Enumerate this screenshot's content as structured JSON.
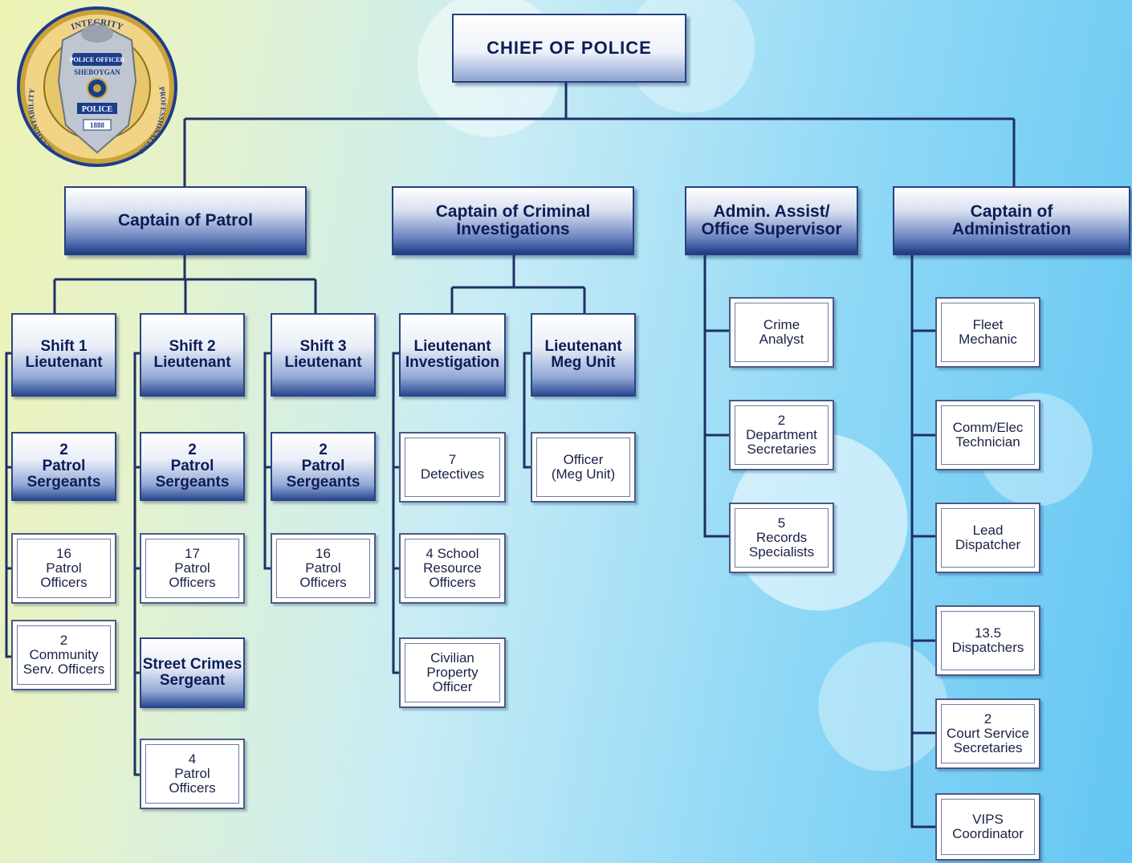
{
  "chief": "CHIEF OF POLICE",
  "badge": {
    "ring_top": "INTEGRITY",
    "ring_left": "ACCOUNTABILITY",
    "ring_right": "PROFESSIONALISM",
    "shield_top": "POLICE OFFICER",
    "shield_city": "SHEBOYGAN",
    "shield_mid": "POLICE",
    "shield_year": "1888"
  },
  "patrol": {
    "title": "Captain of Patrol",
    "shift1": {
      "l1": "Shift 1",
      "l2": "Lieutenant",
      "sgt": [
        "2",
        "Patrol",
        "Sergeants"
      ],
      "officers": [
        "16",
        "Patrol",
        "Officers"
      ],
      "community": [
        "2",
        "Community",
        "Serv. Officers"
      ]
    },
    "shift2": {
      "l1": "Shift 2",
      "l2": "Lieutenant",
      "sgt": [
        "2",
        "Patrol",
        "Sergeants"
      ],
      "officers": [
        "17",
        "Patrol",
        "Officers"
      ],
      "street": [
        "Street Crimes",
        "Sergeant"
      ],
      "street_officers": [
        "4",
        "Patrol",
        "Officers"
      ]
    },
    "shift3": {
      "l1": "Shift 3",
      "l2": "Lieutenant",
      "sgt": [
        "2",
        "Patrol",
        "Sergeants"
      ],
      "officers": [
        "16",
        "Patrol",
        "Officers"
      ]
    }
  },
  "criminal": {
    "title": [
      "Captain of Criminal",
      "Investigations"
    ],
    "lt_inv": [
      "Lieutenant",
      "Investigation"
    ],
    "lt_meg": [
      "Lieutenant",
      "Meg Unit"
    ],
    "detectives": [
      "7",
      "Detectives"
    ],
    "sro": [
      "4 School",
      "Resource",
      "Officers"
    ],
    "civilian": [
      "Civilian",
      "Property",
      "Officer"
    ],
    "meg_officer": [
      "Officer",
      "(Meg Unit)"
    ]
  },
  "admin_assist": {
    "title": [
      "Admin. Assist/",
      "Office Supervisor"
    ],
    "crime": [
      "Crime",
      "Analyst"
    ],
    "secretaries": [
      "2",
      "Department",
      "Secretaries"
    ],
    "records": [
      "5",
      "Records",
      "Specialists"
    ]
  },
  "administration": {
    "title": [
      "Captain of",
      "Administration"
    ],
    "fleet": [
      "Fleet",
      "Mechanic"
    ],
    "comm": [
      "Comm/Elec",
      "Technician"
    ],
    "lead": [
      "Lead",
      "Dispatcher"
    ],
    "dispatchers": [
      "13.5",
      "Dispatchers"
    ],
    "court": [
      "2",
      "Court Service",
      "Secretaries"
    ],
    "vips": [
      "VIPS",
      "Coordinator"
    ]
  }
}
